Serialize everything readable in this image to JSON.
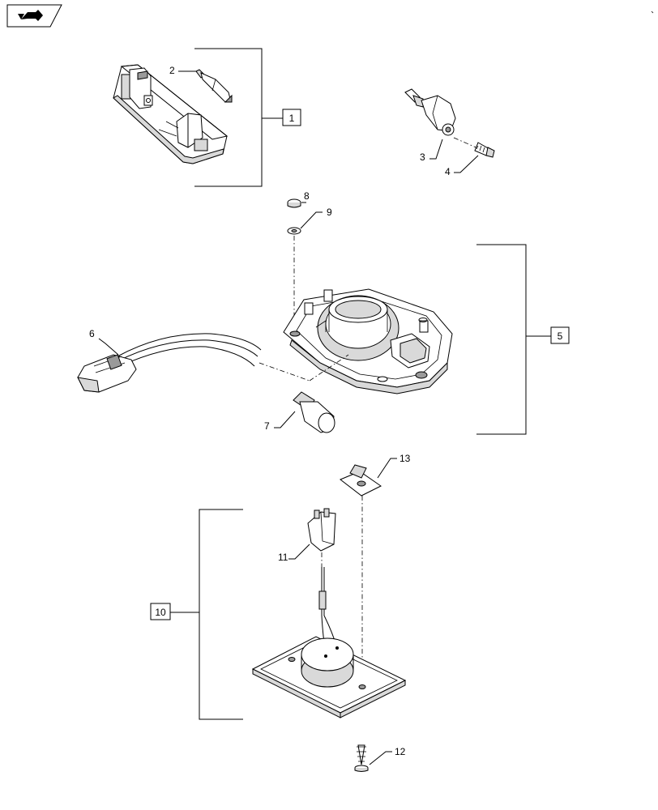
{
  "callouts": {
    "c1": "1",
    "c2": "2",
    "c3": "3",
    "c4": "4",
    "c5": "5",
    "c6": "6",
    "c7": "7",
    "c8": "8",
    "c9": "9",
    "c10": "10",
    "c11": "11",
    "c12": "12",
    "c13": "13"
  },
  "icons": {
    "nav": "next-page-arrow-icon"
  }
}
